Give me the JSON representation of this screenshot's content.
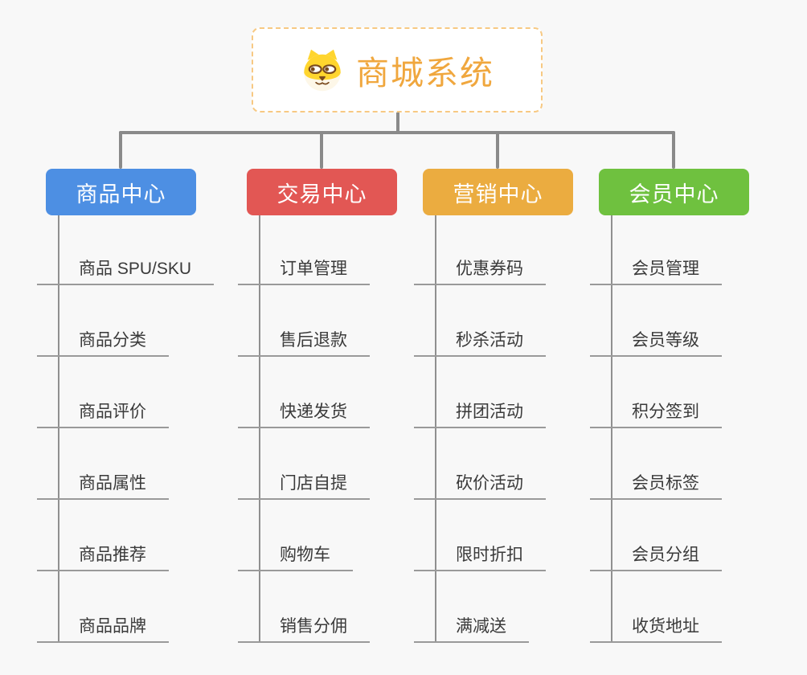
{
  "root": {
    "title": "商城系统",
    "icon": "dog-face-icon"
  },
  "branches": [
    {
      "label": "商品中心",
      "color": "#4d8fe3",
      "items": [
        "商品 SPU/SKU",
        "商品分类",
        "商品评价",
        "商品属性",
        "商品推荐",
        "商品品牌"
      ]
    },
    {
      "label": "交易中心",
      "color": "#e25754",
      "items": [
        "订单管理",
        "售后退款",
        "快递发货",
        "门店自提",
        "购物车",
        "销售分佣"
      ]
    },
    {
      "label": "营销中心",
      "color": "#ebac40",
      "items": [
        "优惠券码",
        "秒杀活动",
        "拼团活动",
        "砍价活动",
        "限时折扣",
        "满减送"
      ]
    },
    {
      "label": "会员中心",
      "color": "#6fc13f",
      "items": [
        "会员管理",
        "会员等级",
        "积分签到",
        "会员标签",
        "会员分组",
        "收货地址"
      ]
    }
  ],
  "colors": {
    "background": "#f8f8f8",
    "connector": "#8a8a8a",
    "underline": "#9a9a9a",
    "item_text": "#3a3a3a",
    "root_text": "#f0a73e",
    "root_border": "#f7c983"
  }
}
